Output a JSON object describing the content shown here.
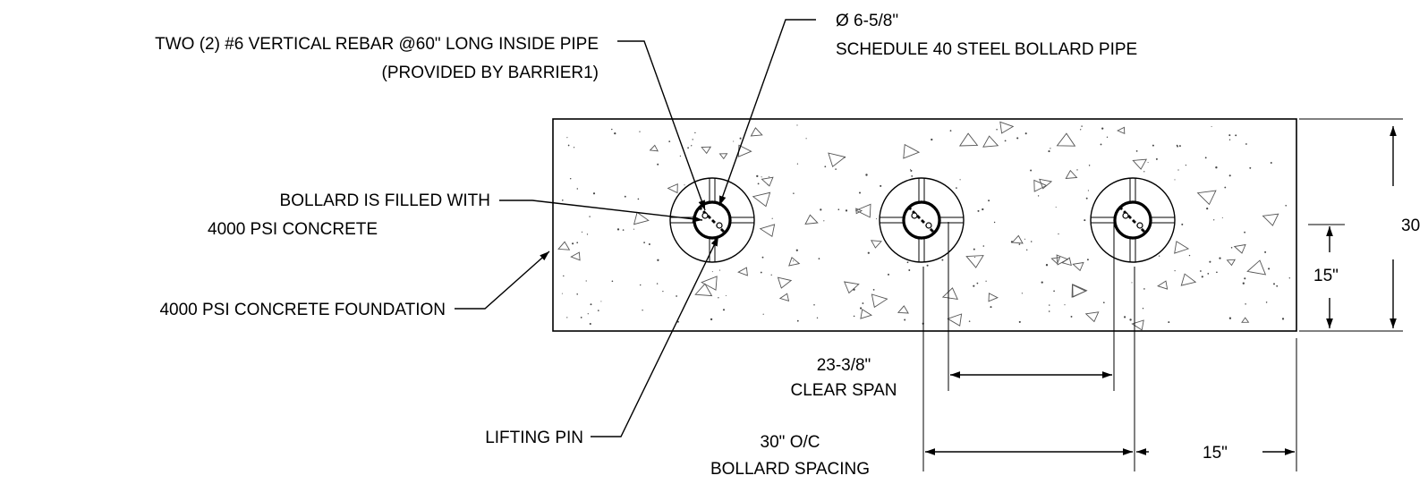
{
  "labels": {
    "rebar_line1": "TWO (2) #6 VERTICAL REBAR @60\" LONG INSIDE PIPE",
    "rebar_line2": "(PROVIDED BY BARRIER1)",
    "pipe_line1": "Ø 6-5/8\"",
    "pipe_line2": "SCHEDULE 40 STEEL BOLLARD PIPE",
    "fill_line1": "BOLLARD IS FILLED WITH",
    "fill_line2": "4000 PSI CONCRETE",
    "foundation": "4000 PSI CONCRETE FOUNDATION",
    "lifting_pin": "LIFTING PIN"
  },
  "dimensions": {
    "overall_height": "30",
    "half_height": "15\"",
    "clear_span_value": "23-3/8\"",
    "clear_span_label": "CLEAR SPAN",
    "spacing_value": "30\" O/C",
    "spacing_label": "BOLLARD SPACING",
    "end_offset": "15\""
  }
}
